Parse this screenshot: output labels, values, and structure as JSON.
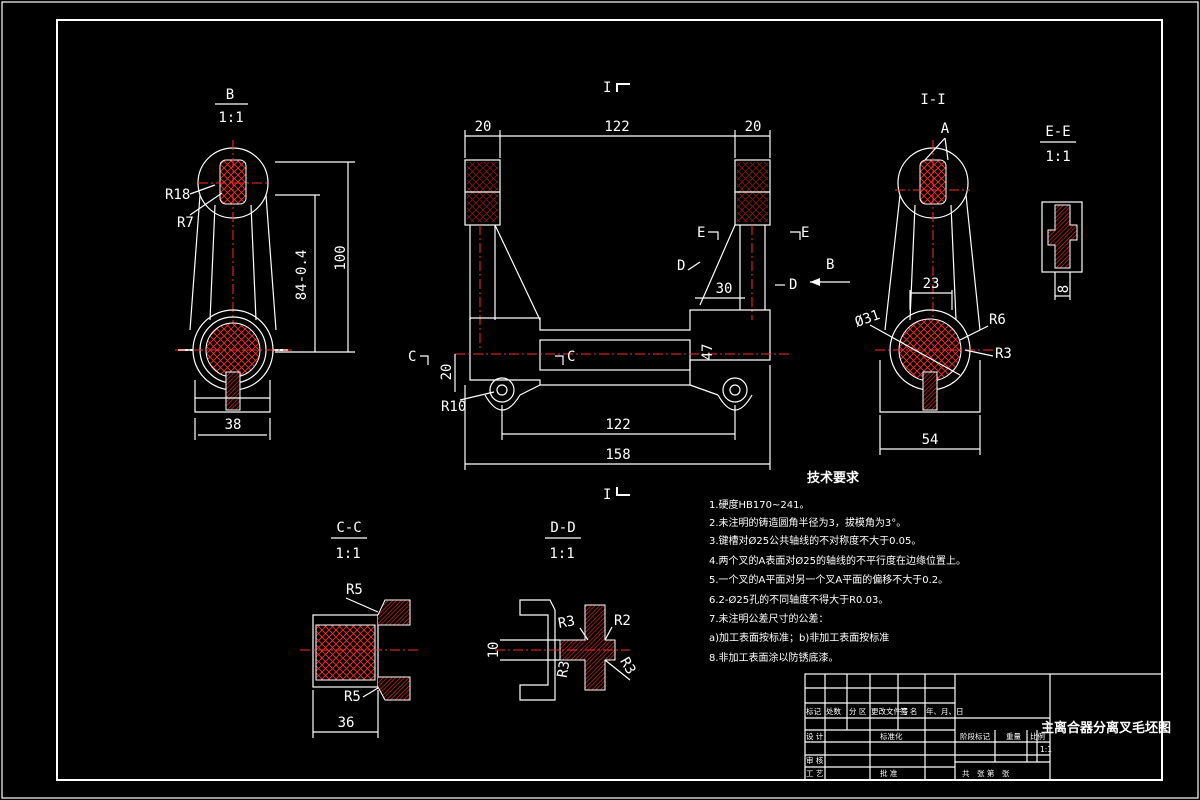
{
  "views": {
    "b": {
      "name": "B",
      "scale": "1:1",
      "dims": [
        "R18",
        "R7",
        "100",
        "84-0.4",
        "38"
      ]
    },
    "i_i": {
      "name": "I-I",
      "dims": [
        "A",
        "23",
        "R6",
        "Ø31",
        "R3",
        "54"
      ]
    },
    "e_e": {
      "name": "E-E",
      "scale": "1:1",
      "dims": [
        "8"
      ]
    },
    "main": {
      "dims": [
        "20",
        "122",
        "20",
        "30",
        "47",
        "20",
        "R10",
        "122",
        "158"
      ],
      "section_marks": [
        "I",
        "I",
        "E",
        "E",
        "D",
        "D",
        "C",
        "C",
        "B"
      ]
    },
    "c_c": {
      "name": "C-C",
      "scale": "1:1",
      "dims": [
        "R5",
        "R5",
        "36"
      ]
    },
    "d_d": {
      "name": "D-D",
      "scale": "1:1",
      "dims": [
        "R3",
        "R2",
        "10",
        "R3",
        "R3"
      ]
    }
  },
  "notes": {
    "title": "技术要求",
    "items": [
      "1.硬度HB170~241。",
      "2.未注明的铸造圆角半径为3，拔模角为3°。",
      "3.键槽对Ø25公共轴线的不对称度不大于0.05。",
      "4.两个叉的A表面对Ø25的轴线的不平行度在边缘位置上。",
      "5.一个叉的A平面对另一个叉A平面的偏移不大于0.2。",
      "6.2-Ø25孔的不同轴度不得大于R0.03。",
      "7.未注明公差尺寸的公差：",
      "a)加工表面按标准；b)非加工表面按标准",
      "8.非加工表面涂以防锈底漆。"
    ]
  },
  "title_block": {
    "title": "主离合器分离叉毛坯图",
    "row_labels": [
      "标记",
      "处数",
      "分 区",
      "更改文件号",
      "签 名",
      "年、月、日"
    ],
    "design": "设 计",
    "standard": "标准化",
    "check": "审 核",
    "process": "工 艺",
    "approve": "批 准",
    "stage": "阶段标记",
    "weight": "重量",
    "scale_label": "比例",
    "scale": "1:1",
    "sheets": "共　张 第　张"
  }
}
